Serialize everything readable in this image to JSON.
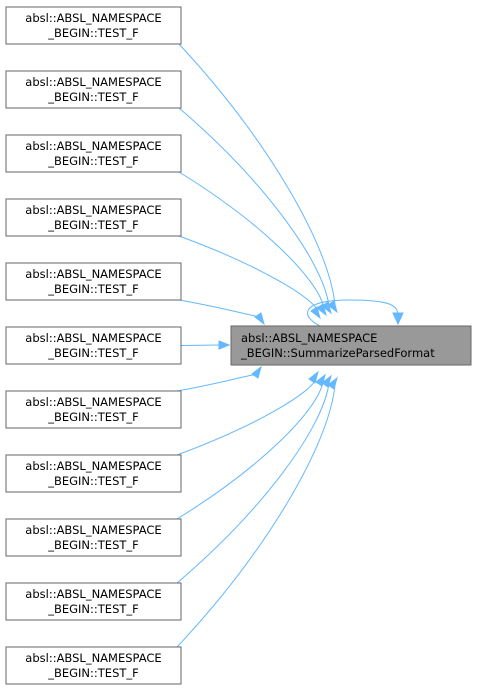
{
  "graph": {
    "target": {
      "line1": "absl::ABSL_NAMESPACE",
      "line2": "_BEGIN::SummarizeParsedFormat"
    },
    "callers": [
      {
        "line1": "absl::ABSL_NAMESPACE",
        "line2": "_BEGIN::TEST_F"
      },
      {
        "line1": "absl::ABSL_NAMESPACE",
        "line2": "_BEGIN::TEST_F"
      },
      {
        "line1": "absl::ABSL_NAMESPACE",
        "line2": "_BEGIN::TEST_F"
      },
      {
        "line1": "absl::ABSL_NAMESPACE",
        "line2": "_BEGIN::TEST_F"
      },
      {
        "line1": "absl::ABSL_NAMESPACE",
        "line2": "_BEGIN::TEST_F"
      },
      {
        "line1": "absl::ABSL_NAMESPACE",
        "line2": "_BEGIN::TEST_F"
      },
      {
        "line1": "absl::ABSL_NAMESPACE",
        "line2": "_BEGIN::TEST_F"
      },
      {
        "line1": "absl::ABSL_NAMESPACE",
        "line2": "_BEGIN::TEST_F"
      },
      {
        "line1": "absl::ABSL_NAMESPACE",
        "line2": "_BEGIN::TEST_F"
      },
      {
        "line1": "absl::ABSL_NAMESPACE",
        "line2": "_BEGIN::TEST_F"
      },
      {
        "line1": "absl::ABSL_NAMESPACE",
        "line2": "_BEGIN::TEST_F"
      }
    ],
    "self_loop": true,
    "colors": {
      "edge": "#63b8ff",
      "focus_fill": "#999999",
      "node_border": "#666666"
    }
  }
}
